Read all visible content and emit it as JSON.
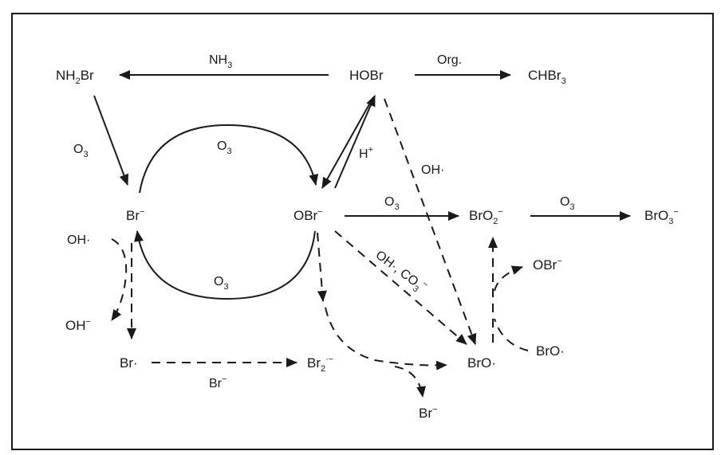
{
  "nodes": {
    "nh2br": {
      "main": "NH",
      "sub": "2",
      "tail": "Br"
    },
    "hobr": "HOBr",
    "chbr3": {
      "main": "CHBr",
      "sub": "3"
    },
    "br_minus": {
      "main": "Br",
      "sup": "−"
    },
    "obr_minus": {
      "main": "OBr",
      "sup": "−"
    },
    "bro2_minus": {
      "main": "BrO",
      "sub": "2",
      "sup": "−"
    },
    "bro3_minus": {
      "main": "BrO",
      "sub": "3",
      "sup": "−"
    },
    "oh_minus": {
      "main": "OH",
      "sup": "−"
    },
    "br_rad": "Br·",
    "br2_rad_anion": {
      "main": "Br",
      "sub": "2",
      "sup": "·−"
    },
    "bro_rad": "BrO·",
    "bro_rad_right": "BrO·",
    "obr_minus_right": {
      "main": "OBr",
      "sup": "−"
    },
    "br_minus_bottom": {
      "main": "Br",
      "sup": "−"
    }
  },
  "labels": {
    "nh3": {
      "main": "NH",
      "sub": "3"
    },
    "org": "Org.",
    "o3_left": {
      "main": "O",
      "sub": "3"
    },
    "o3_top_arc": {
      "main": "O",
      "sub": "3"
    },
    "o3_bottom_arc": {
      "main": "O",
      "sub": "3"
    },
    "o3_obr_bro2": {
      "main": "O",
      "sub": "3"
    },
    "o3_bro2_bro3": {
      "main": "O",
      "sub": "3"
    },
    "h_plus": {
      "main": "H",
      "sup": "+"
    },
    "oh_rad_hobr": "OH·",
    "oh_rad_left": "OH·",
    "oh_co3": {
      "main": "OH·, CO",
      "sub": "3",
      "sup": "−"
    },
    "br_minus_label": {
      "main": "Br",
      "sup": "−"
    }
  }
}
